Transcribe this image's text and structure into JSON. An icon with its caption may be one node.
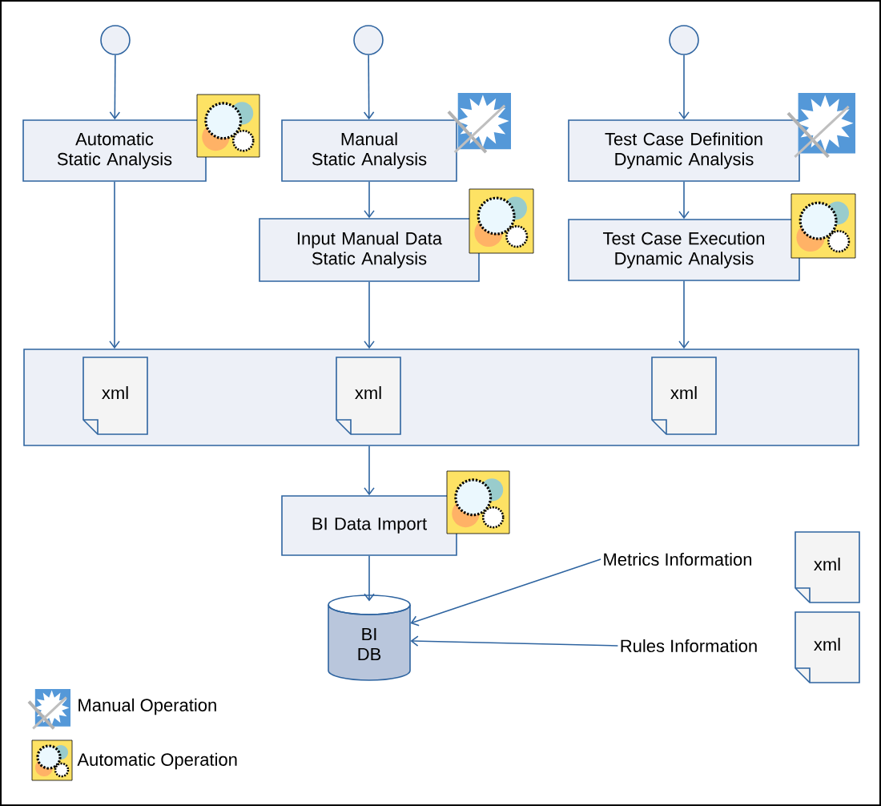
{
  "diagram": {
    "nodes": [
      {
        "text": [],
        "shape": "circle"
      },
      {
        "text": [],
        "shape": "circle"
      },
      {
        "text": [],
        "shape": "circle"
      },
      {
        "text": [
          "Automatic Static Analysis"
        ]
      },
      {
        "text": [
          "Manual Static Analysis"
        ]
      },
      {
        "text": [
          "Test Case Definition Dynamic Analysis"
        ]
      },
      {
        "text": [
          "Input Manual Data Static Analysis"
        ]
      },
      {
        "text": [
          "Test Case Execution Dynamic Analysis"
        ]
      },
      {
        "text": [],
        "shape": "box"
      },
      {
        "text": [
          "xml"
        ],
        "in": 8
      },
      {
        "text": [
          "xml"
        ],
        "in": 8
      },
      {
        "text": [
          "xml"
        ],
        "in": 8
      },
      {
        "text": [
          "BI Data Import"
        ]
      },
      {
        "text": [
          "BI DB"
        ]
      },
      {
        "text": [
          "Metrics Information"
        ]
      },
      {
        "text": [
          "Rules Information"
        ]
      },
      {
        "text": [
          "xml"
        ]
      },
      {
        "text": [
          "xml"
        ]
      }
    ],
    "edges": [
      {
        "from": 0,
        "to": 3,
        "arrow": "to"
      },
      {
        "from": 1,
        "to": 4,
        "arrow": "to"
      },
      {
        "from": 2,
        "to": 5,
        "arrow": "to"
      },
      {
        "from": 4,
        "to": 6,
        "arrow": "to"
      },
      {
        "from": 5,
        "to": 7,
        "arrow": "to"
      },
      {
        "from": 3,
        "to": 8,
        "arrow": "to"
      },
      {
        "from": 6,
        "to": 8,
        "arrow": "to"
      },
      {
        "from": 7,
        "to": 8,
        "arrow": "to"
      },
      {
        "from": 8,
        "to": 12,
        "arrow": "to"
      },
      {
        "from": 12,
        "to": 13,
        "arrow": "to"
      },
      {
        "from": 14,
        "to": 13,
        "arrow": "to"
      },
      {
        "from": 15,
        "to": 13,
        "arrow": "to"
      }
    ],
    "legend": [
      {
        "text": "Manual Operation"
      },
      {
        "text": "Automatic Operation"
      }
    ]
  }
}
